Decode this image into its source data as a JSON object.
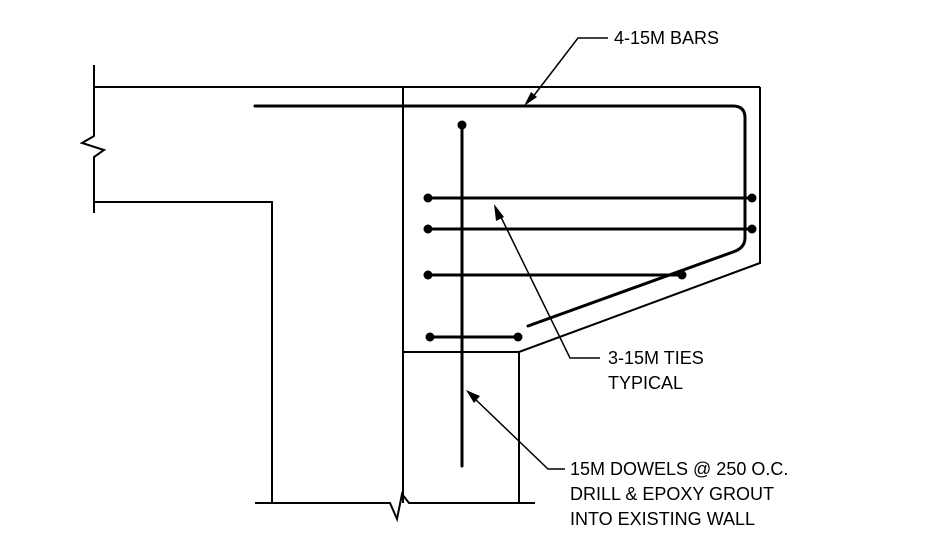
{
  "notes": {
    "bars": "4-15M BARS",
    "ties": [
      "3-15M TIES",
      "TYPICAL"
    ],
    "dowels": [
      "15M DOWELS @ 250 O.C.",
      "DRILL & EPOXY GROUT",
      "INTO EXISTING WALL"
    ]
  }
}
